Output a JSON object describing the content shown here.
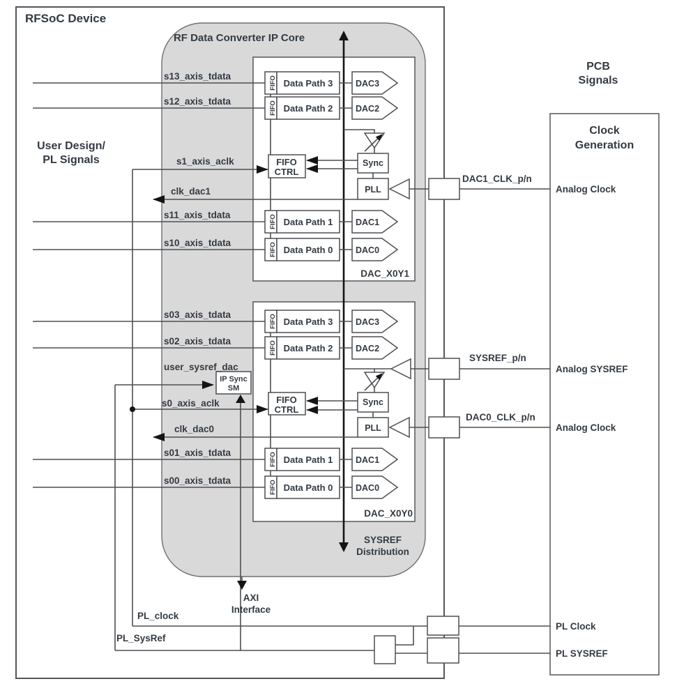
{
  "style": {
    "background": "#ffffff",
    "ip_core_fill": "#d9d9d9",
    "line_color": "#4e4f52",
    "arrow_color": "#141414",
    "text_color": "#343a42"
  },
  "header": {
    "device_title": "RFSoC Device",
    "user_design": [
      "User Design/",
      "PL Signals"
    ],
    "ip_core_title": "RF Data Converter IP Core",
    "pcb_signals": [
      "PCB",
      "Signals"
    ],
    "clock_generation": [
      "Clock",
      "Generation"
    ]
  },
  "tile1": {
    "name": "DAC_X0Y1",
    "signals": {
      "tdata3": "s13_axis_tdata",
      "tdata2": "s12_axis_tdata",
      "aclk": "s1_axis_aclk",
      "clk": "clk_dac1",
      "tdata1": "s11_axis_tdata",
      "tdata0": "s10_axis_tdata"
    },
    "blocks": {
      "fifo": "FIFO",
      "dp3": "Data Path 3",
      "dp2": "Data Path 2",
      "dp1": "Data Path 1",
      "dp0": "Data Path 0",
      "dac3": "DAC3",
      "dac2": "DAC2",
      "dac1": "DAC1",
      "dac0": "DAC0",
      "fifo_ctrl": [
        "FIFO",
        "CTRL"
      ],
      "sync": "Sync",
      "pll": "PLL"
    }
  },
  "tile0": {
    "name": "DAC_X0Y0",
    "signals": {
      "tdata3": "s03_axis_tdata",
      "tdata2": "s02_axis_tdata",
      "user_sysref": "user_sysref_dac",
      "aclk": "s0_axis_aclk",
      "clk": "clk_dac0",
      "tdata1": "s01_axis_tdata",
      "tdata0": "s00_axis_tdata"
    },
    "blocks": {
      "fifo": "FIFO",
      "dp3": "Data Path 3",
      "dp2": "Data Path 2",
      "dp1": "Data Path 1",
      "dp0": "Data Path 0",
      "dac3": "DAC3",
      "dac2": "DAC2",
      "dac1": "DAC1",
      "dac0": "DAC0",
      "fifo_ctrl": [
        "FIFO",
        "CTRL"
      ],
      "sync": "Sync",
      "pll": "PLL",
      "ip_sync_sm": [
        "IP Sync",
        "SM"
      ]
    }
  },
  "annotations": {
    "sysref_distribution": [
      "SYSREF",
      "Distribution"
    ],
    "axi_interface": [
      "AXI",
      "Interface"
    ]
  },
  "pl_signals": {
    "pl_clock": "PL_clock",
    "pl_sysref": "PL_SysRef"
  },
  "pcb": {
    "dac1_clk": "DAC1_CLK_p/n",
    "sysref": "SYSREF_p/n",
    "dac0_clk": "DAC0_CLK_p/n",
    "analog_clock_1": "Analog Clock",
    "analog_sysref": "Analog SYSREF",
    "analog_clock_0": "Analog Clock",
    "pl_clock": "PL Clock",
    "pl_sysref": "PL SYSREF"
  }
}
